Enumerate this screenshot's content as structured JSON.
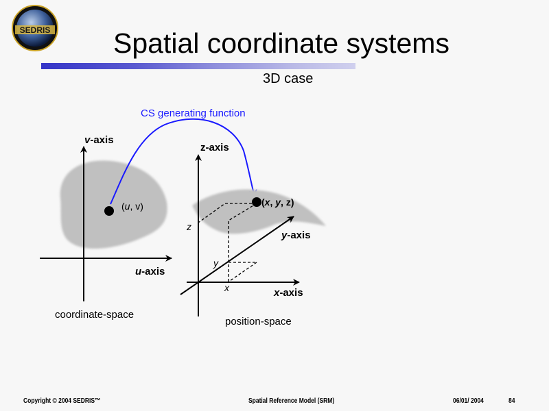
{
  "logo": {
    "text": "SEDRIS"
  },
  "title": "Spatial coordinate systems",
  "subtitle": "3D case",
  "diagram": {
    "function_label": "CS generating function",
    "left": {
      "v_axis_italic": "v",
      "v_axis_rest": "-axis",
      "u_axis_italic": "u",
      "u_axis_rest": "-axis",
      "point_open": "(",
      "point_u": "u",
      "point_rest": ", v)",
      "caption": "coordinate-space"
    },
    "right": {
      "z_axis": "z-axis",
      "y_axis_italic": "y",
      "y_axis_rest": "-axis",
      "x_axis_italic": "x",
      "x_axis_rest": "-axis",
      "point_open": "(",
      "point_x": "x",
      "point_sep1": ", ",
      "point_y": "y",
      "point_rest": ", z)",
      "z_mark": "z",
      "y_mark": "y",
      "x_mark": "x",
      "caption": "position-space"
    }
  },
  "footer": {
    "copyright": "Copyright © 2004 SEDRIS™",
    "center": "Spatial Reference Model (SRM)",
    "date": "06/01/ 2004",
    "page": "84"
  }
}
